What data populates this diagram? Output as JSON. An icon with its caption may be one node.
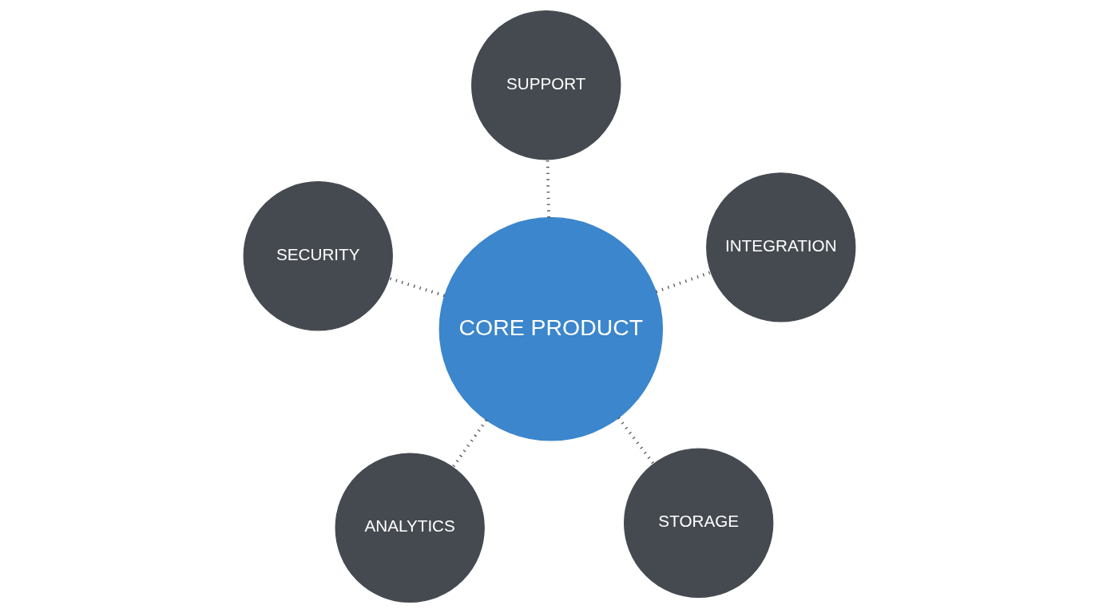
{
  "diagram": {
    "nodes": [
      {
        "text": [
          "ANALYTICS"
        ]
      },
      {
        "text": [
          "STORAGE"
        ]
      },
      {
        "text": [
          "CORE PRODUCT"
        ]
      },
      {
        "text": [
          "SUPPORT"
        ]
      },
      {
        "text": [
          "INTEGRATION"
        ]
      },
      {
        "text": [
          "SECURITY"
        ]
      }
    ],
    "edges": [
      {
        "from": 2,
        "to": 0,
        "arrow": "none",
        "style": "dashed"
      },
      {
        "from": 2,
        "to": 1,
        "arrow": "none",
        "style": "dashed"
      },
      {
        "from": 2,
        "to": 3,
        "arrow": "none",
        "style": "dashed"
      },
      {
        "from": 2,
        "to": 4,
        "arrow": "none",
        "style": "dashed"
      },
      {
        "from": 2,
        "to": 5,
        "arrow": "none",
        "style": "dashed"
      }
    ]
  }
}
